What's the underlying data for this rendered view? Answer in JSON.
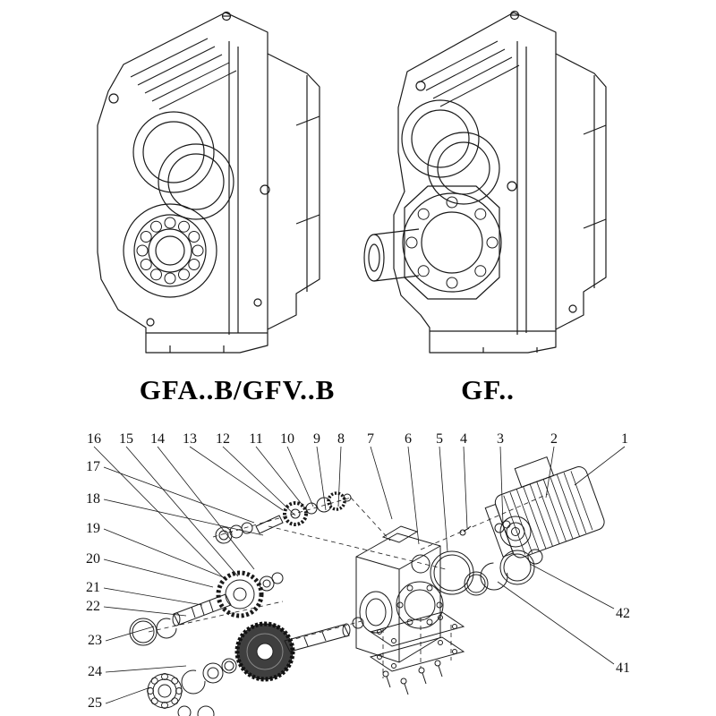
{
  "page": {
    "background": "#ffffff",
    "line_color": "#1a1a1a",
    "dark_gear_color": "#3f3f3f"
  },
  "models": {
    "left_label": "GFA..B/GFV..B",
    "right_label": "GF.."
  },
  "exploded_view": {
    "callouts_top": [
      "16",
      "15",
      "14",
      "13",
      "12",
      "11",
      "10",
      "9",
      "8",
      "7",
      "6",
      "5",
      "4",
      "3",
      "2",
      "1"
    ],
    "callouts_left": [
      "17",
      "18",
      "19",
      "20",
      "21",
      "22",
      "23",
      "24",
      "25"
    ],
    "callouts_right": [
      "42",
      "41"
    ]
  }
}
